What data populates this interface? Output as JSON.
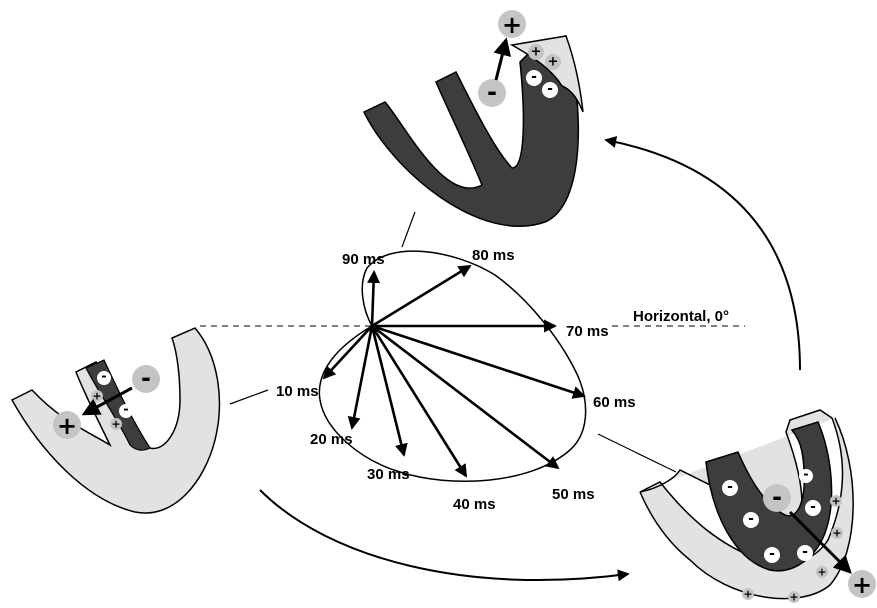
{
  "labels": {
    "t10": "10 ms",
    "t20": "20 ms",
    "t30": "30 ms",
    "t40": "40 ms",
    "t50": "50 ms",
    "t60": "60 ms",
    "t70": "70 ms",
    "t80": "80 ms",
    "t90": "90 ms",
    "horizontal": "Horizontal, 0°"
  },
  "signs": {
    "plus": "+",
    "minus": "-"
  },
  "colors": {
    "depolarized": "#3d3d3d",
    "resting": "#e2e2e2",
    "charge_badge": "#c4c4c4",
    "outline": "#000000"
  }
}
